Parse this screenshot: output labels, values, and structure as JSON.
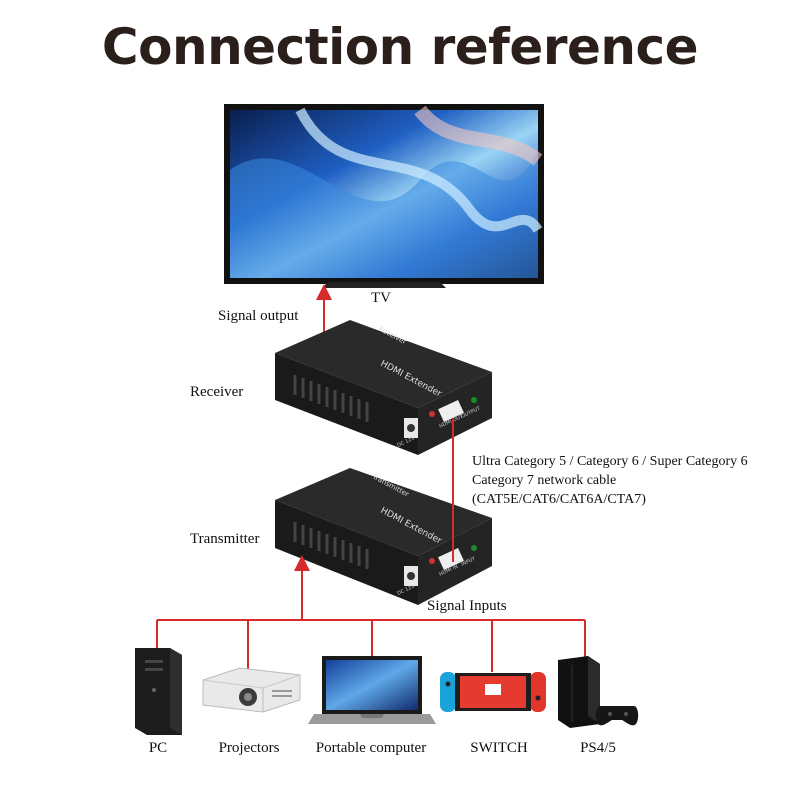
{
  "title": "Connection reference",
  "labels": {
    "tv": "TV",
    "signal_output": "Signal output",
    "receiver": "Receiver",
    "transmitter": "Transmitter",
    "signal_inputs": "Signal Inputs"
  },
  "cable": {
    "line1": "Ultra Category 5 / Category 6 / Super Category 6",
    "line2": "Category 7 network cable",
    "line3": "(CAT5E/CAT6/CAT6A/CTA7)"
  },
  "devices": [
    "PC",
    "Projectors",
    "Portable computer",
    "SWITCH",
    "PS4/5"
  ],
  "device_text": {
    "receiver_top": "Receiver",
    "receiver_brand": "HDMI Extender",
    "receiver_dc": "DC 12V",
    "receiver_port": "HDMI OUT",
    "receiver_port2": "OUTPUT",
    "transmitter_top": "Transmitter",
    "transmitter_brand": "HDMI Extender",
    "transmitter_dc": "DC 12V",
    "transmitter_port": "HDMI IN",
    "transmitter_port2": "INPUT"
  },
  "colors": {
    "line": "#d62b2b",
    "box": "#1d1d1d",
    "title": "#2a1f1a"
  }
}
